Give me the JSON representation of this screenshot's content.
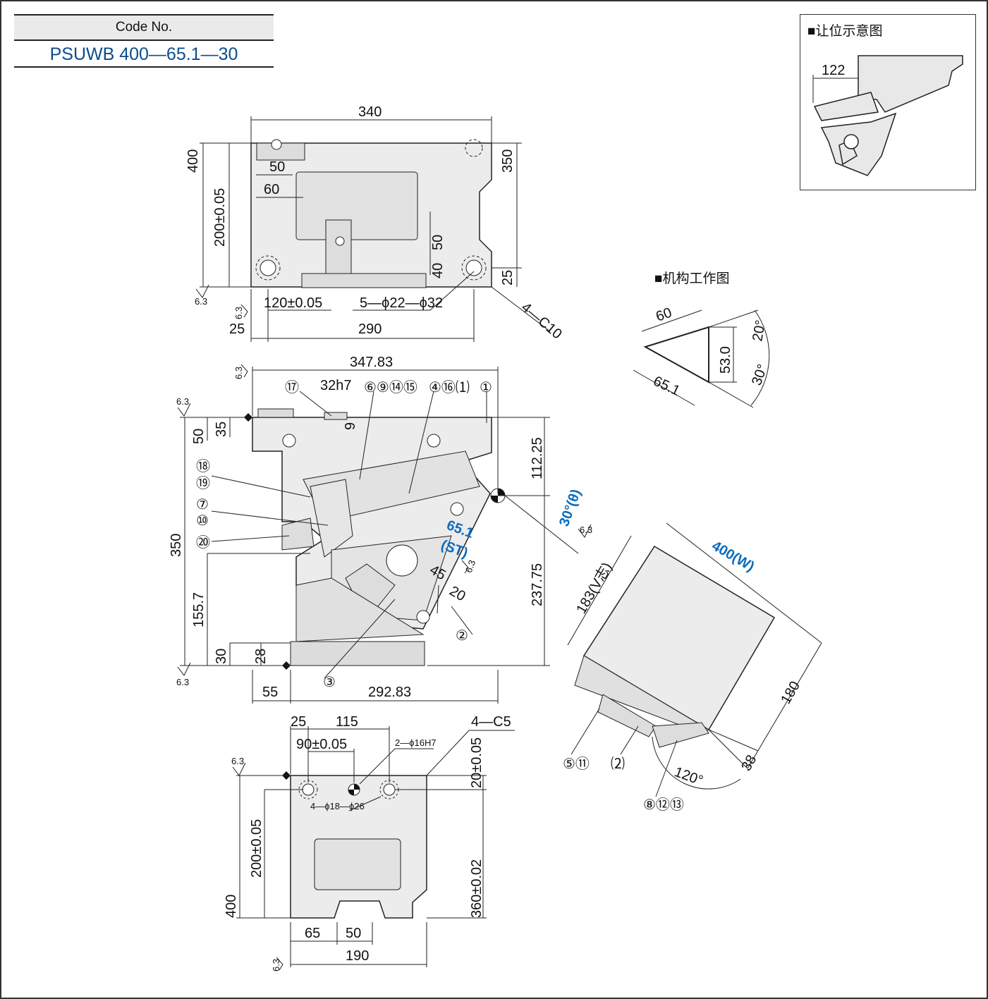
{
  "code": {
    "label": "Code No.",
    "value": "PSUWB 400—65.1—30"
  },
  "inset": {
    "title": "■让位示意图",
    "dim": "122"
  },
  "mechanism": {
    "title": "■机构工作图",
    "dims": [
      "60",
      "53.0",
      "65.1",
      "20°",
      "30°"
    ]
  },
  "top_view": {
    "dims": [
      "340",
      "400",
      "350",
      "200±0.05",
      "50",
      "60",
      "50",
      "40",
      "25",
      "120±0.05",
      "5—ϕ22—ϕ32",
      "4—C10",
      "25",
      "290"
    ]
  },
  "front_view": {
    "dims": [
      "347.83",
      "32h7",
      "9",
      "35",
      "50",
      "350",
      "155.7",
      "30",
      "28",
      "112.25",
      "237.75",
      "55",
      "292.83",
      "45",
      "20"
    ],
    "callouts": {
      "top": [
        "⑰",
        "⑥⑨⑭⑮",
        "④⑯⑴",
        "①"
      ],
      "left": [
        "⑱",
        "⑲",
        "⑦",
        "⑩",
        "⑳"
      ],
      "bottom": [
        "②",
        "③"
      ]
    },
    "blue": [
      "65.1",
      "(ST)",
      "30°(θ)"
    ]
  },
  "bottom_view": {
    "dims": [
      "25",
      "115",
      "4—C5",
      "90±0.05",
      "2—ϕ16H7",
      "20±0.05",
      "4—ϕ18—ϕ26",
      "200±0.05",
      "400",
      "360±0.02",
      "65",
      "50",
      "190"
    ]
  },
  "iso_view": {
    "dims": [
      "400(W)",
      "183(V志)",
      "180",
      "38",
      "120°"
    ],
    "callouts": [
      "⑤⑪",
      "⑵",
      "⑧⑫⑬"
    ]
  },
  "roughness": "6.3"
}
